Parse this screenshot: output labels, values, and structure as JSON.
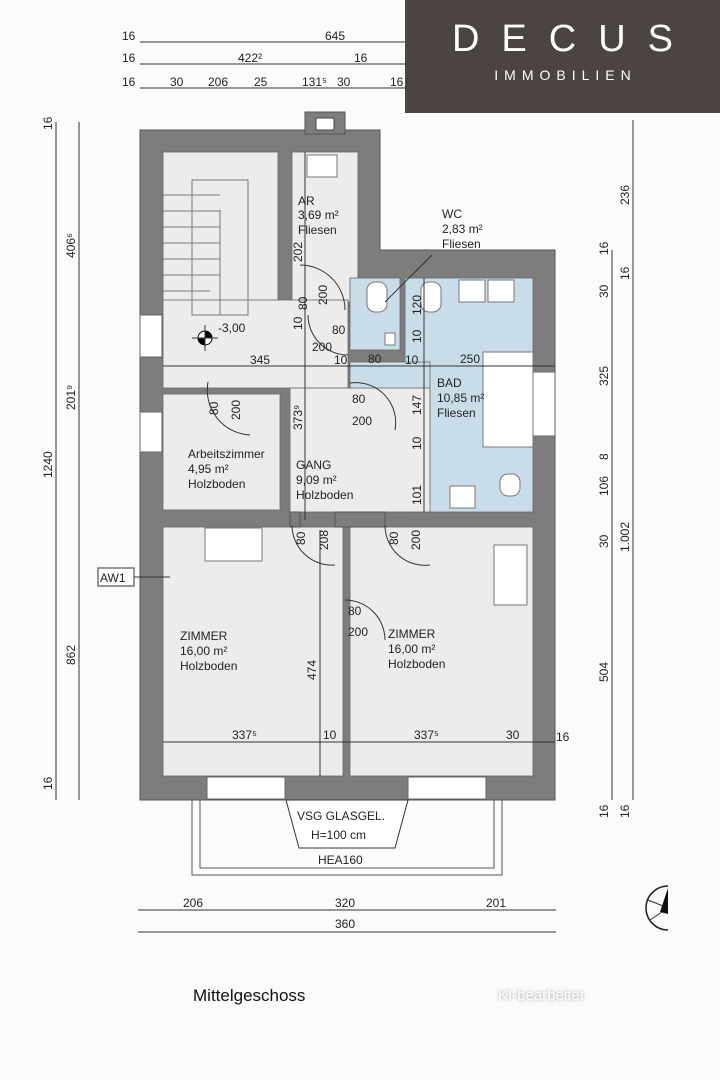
{
  "logo": {
    "brand": "DECUS",
    "sub": "IMMOBILIEN"
  },
  "title": "Mittelgeschoss",
  "watermark": "KI-bearbeitet",
  "top_dims": {
    "row1": [
      "16",
      "645"
    ],
    "row2": [
      "16",
      "422²",
      "16"
    ],
    "row3": [
      "16",
      "30",
      "206",
      "25",
      "131⁵",
      "30",
      "16"
    ]
  },
  "left_dims": {
    "outer": [
      "16",
      "1240",
      "16"
    ],
    "inner": [
      "406⁶",
      "201⁹",
      "862"
    ]
  },
  "right_dims": {
    "inner": [
      "16",
      "30",
      "325",
      "8",
      "106",
      "30",
      "504",
      "16"
    ],
    "outer": [
      "236",
      "16",
      "1.002",
      "16"
    ]
  },
  "bottom_dims": {
    "row1": [
      "206",
      "320",
      "201"
    ],
    "row2": "360"
  },
  "rooms": [
    {
      "name": "AR",
      "area": "3,69 m²",
      "floor": "Fliesen"
    },
    {
      "name": "WC",
      "area": "2,83 m²",
      "floor": "Fliesen"
    },
    {
      "name": "BAD",
      "area": "10,85 m²",
      "floor": "Fliesen"
    },
    {
      "name": "Arbeitszimmer",
      "area": "4,95 m²",
      "floor": "Holzboden"
    },
    {
      "name": "GANG",
      "area": "9,09 m²",
      "floor": "Holzboden"
    },
    {
      "name": "ZIMMER",
      "area": "16,00 m²",
      "floor": "Holzboden"
    },
    {
      "name": "ZIMMER",
      "area": "16,00 m²",
      "floor": "Holzboden"
    }
  ],
  "inner_dims": {
    "level": "-3,00",
    "hall_345": "345",
    "ar_202": "202",
    "ar_door_w": "80",
    "ar_door_h": "200",
    "d10a": "10",
    "wc_door_w": "80",
    "wc_door_h": "200",
    "d10b": "10",
    "d80": "80",
    "d10c": "10",
    "d250": "250",
    "d120": "120",
    "d10d": "10",
    "d147": "147",
    "d10e": "10",
    "d101": "101",
    "gang_373": "373⁹",
    "az_door_w": "80",
    "az_door_h": "200",
    "bad_door_w": "80",
    "bad_door_h": "200",
    "z1_door_w": "80",
    "z1_door_h": "208",
    "z2_door_w": "80",
    "z2_door_h": "200",
    "z3_door_w": "80",
    "z3_door_h": "200",
    "d474": "474",
    "z_w1": "337⁵",
    "z_10": "10",
    "z_w2": "337⁵",
    "z_30": "30",
    "z_16": "16"
  },
  "tags": {
    "aw": "AW1",
    "glass1": "VSG GLASGEL.",
    "glass2": "H=100 cm",
    "beam": "HEA160"
  }
}
